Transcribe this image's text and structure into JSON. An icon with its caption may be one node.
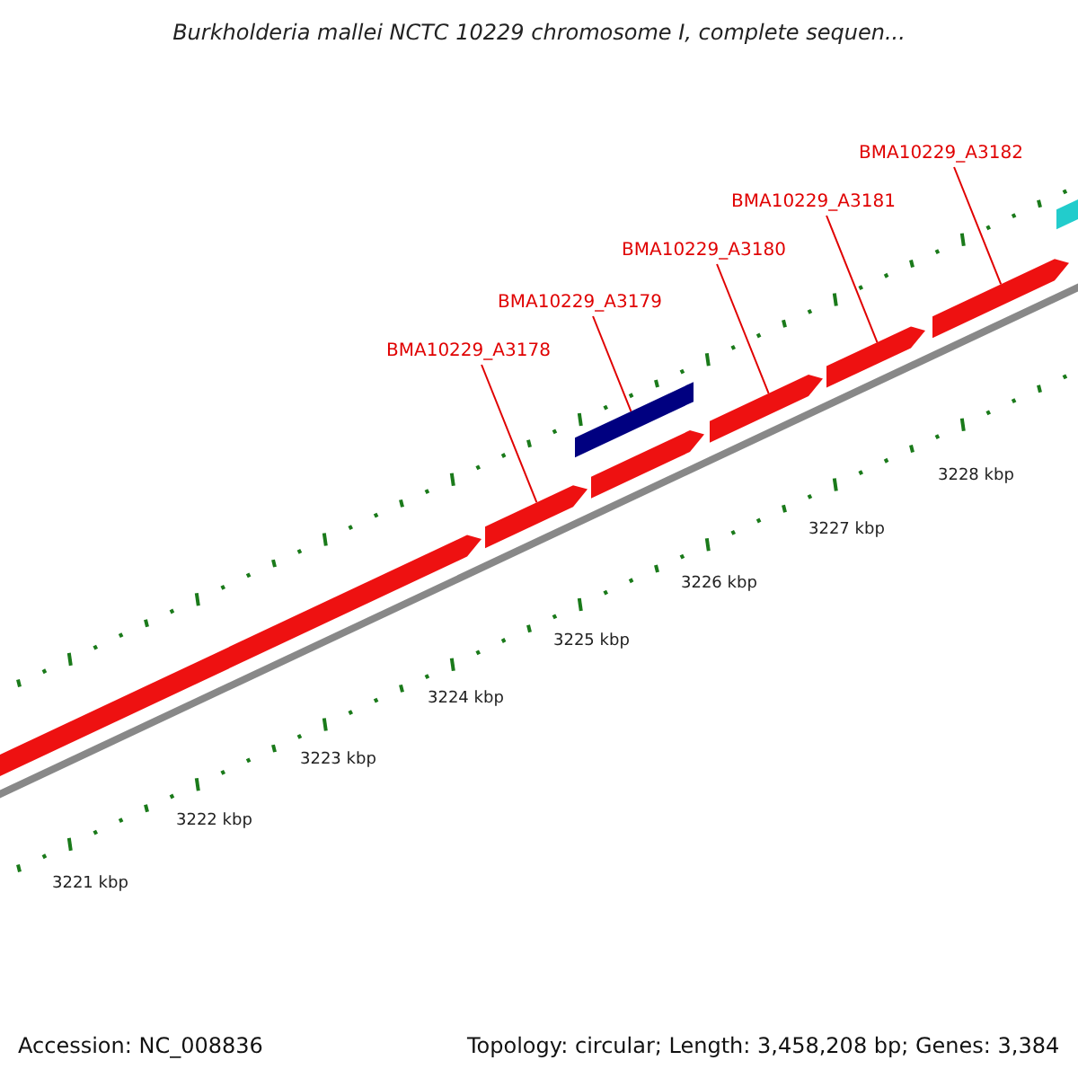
{
  "diagram": {
    "title": "Burkholderia mallei NCTC 10229 chromosome I, complete sequen...",
    "nodes": [
      {
        "text": [],
        "shape": "arrow"
      },
      {
        "text": [],
        "shape": "arrow"
      },
      {
        "text": [],
        "shape": "arrow"
      },
      {
        "text": [],
        "shape": "bar"
      },
      {
        "text": [],
        "shape": "arrow"
      },
      {
        "text": [],
        "shape": "arrow"
      },
      {
        "text": [],
        "shape": "arrow"
      },
      {
        "text": [],
        "shape": "bar"
      },
      {
        "text": [
          "BMA10229_A3178"
        ]
      },
      {
        "text": [
          "BMA10229_A3179"
        ]
      },
      {
        "text": [
          "BMA10229_A3180"
        ]
      },
      {
        "text": [
          "BMA10229_A3181"
        ]
      },
      {
        "text": [
          "BMA10229_A3182"
        ]
      }
    ],
    "edges": [
      {
        "from": 8,
        "to": 1,
        "arrow": "none"
      },
      {
        "from": 9,
        "to": 3,
        "arrow": "none"
      },
      {
        "from": 10,
        "to": 4,
        "arrow": "none"
      },
      {
        "from": 11,
        "to": 5,
        "arrow": "none"
      },
      {
        "from": 12,
        "to": 6,
        "arrow": "none"
      }
    ],
    "labels": [
      "3221 kbp",
      "3222 kbp",
      "3223 kbp",
      "3224 kbp",
      "3225 kbp",
      "3226 kbp",
      "3227 kbp",
      "3228 kbp",
      "Accession: NC_008836",
      "Topology: circular; Length: 3,458,208 bp; Genes: 3,384"
    ]
  }
}
